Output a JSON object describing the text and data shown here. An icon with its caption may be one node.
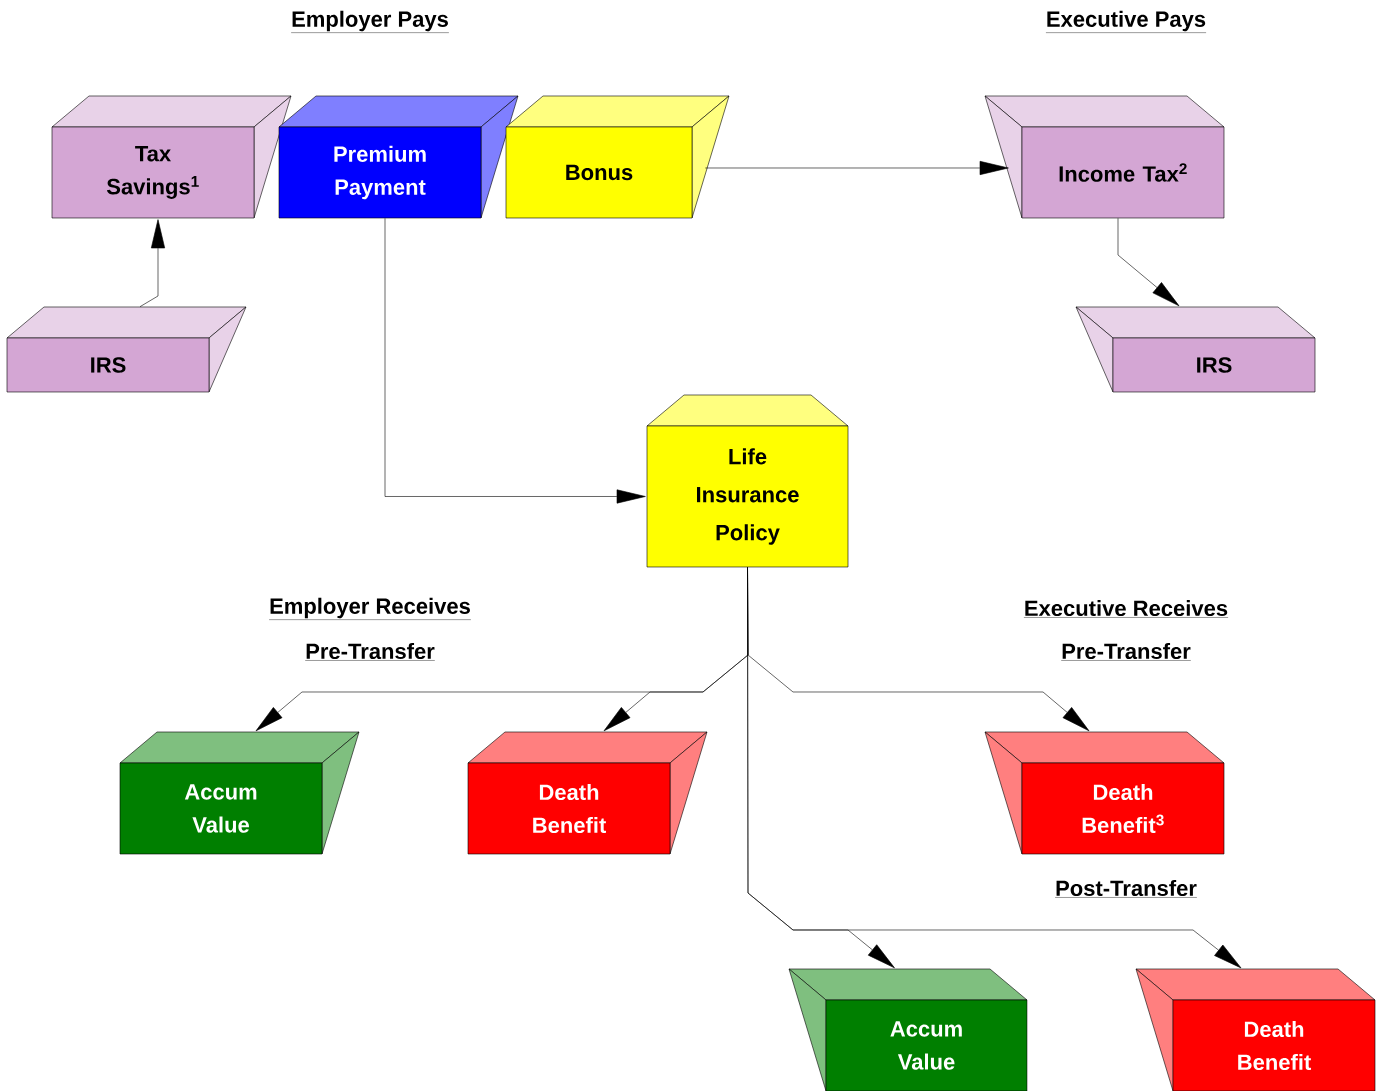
{
  "diagram": {
    "nodes": [
      {
        "text": [
          "Tax Savings$^{1}$"
        ]
      },
      {
        "text": [
          "Premium Payment"
        ]
      },
      {
        "text": [
          "Bonus"
        ]
      },
      {
        "text": [
          "Income Tax$^{2}$"
        ]
      },
      {
        "text": [
          "IRS"
        ]
      },
      {
        "text": [
          "IRS"
        ]
      },
      {
        "text": [
          "Life Insurance Policy"
        ]
      },
      {
        "text": [
          "Accum Value"
        ]
      },
      {
        "text": [
          "Death Benefit"
        ]
      },
      {
        "text": [
          "Death Benefit$^{3}$"
        ]
      },
      {
        "text": [
          "Accum Value"
        ]
      },
      {
        "text": [
          "Death Benefit"
        ]
      }
    ],
    "edges": [
      {
        "from": 4,
        "to": 0,
        "arrow": "to"
      },
      {
        "from": 1,
        "to": 6,
        "arrow": "to"
      },
      {
        "from": 2,
        "to": 3,
        "arrow": "to"
      },
      {
        "from": 3,
        "to": 5,
        "arrow": "to"
      },
      {
        "from": 6,
        "to": 7,
        "arrow": "to"
      },
      {
        "from": 6,
        "to": 8,
        "arrow": "to"
      },
      {
        "from": 6,
        "to": 9,
        "arrow": "to"
      },
      {
        "from": 6,
        "to": 10,
        "arrow": "to"
      },
      {
        "from": 6,
        "to": 11,
        "arrow": "to"
      }
    ],
    "labels": [
      "Employer Pays",
      "Executive Pays",
      "Employer Receives",
      "Pre-Transfer",
      "Executive Receives",
      "Pre-Transfer",
      "Post-Transfer"
    ]
  }
}
